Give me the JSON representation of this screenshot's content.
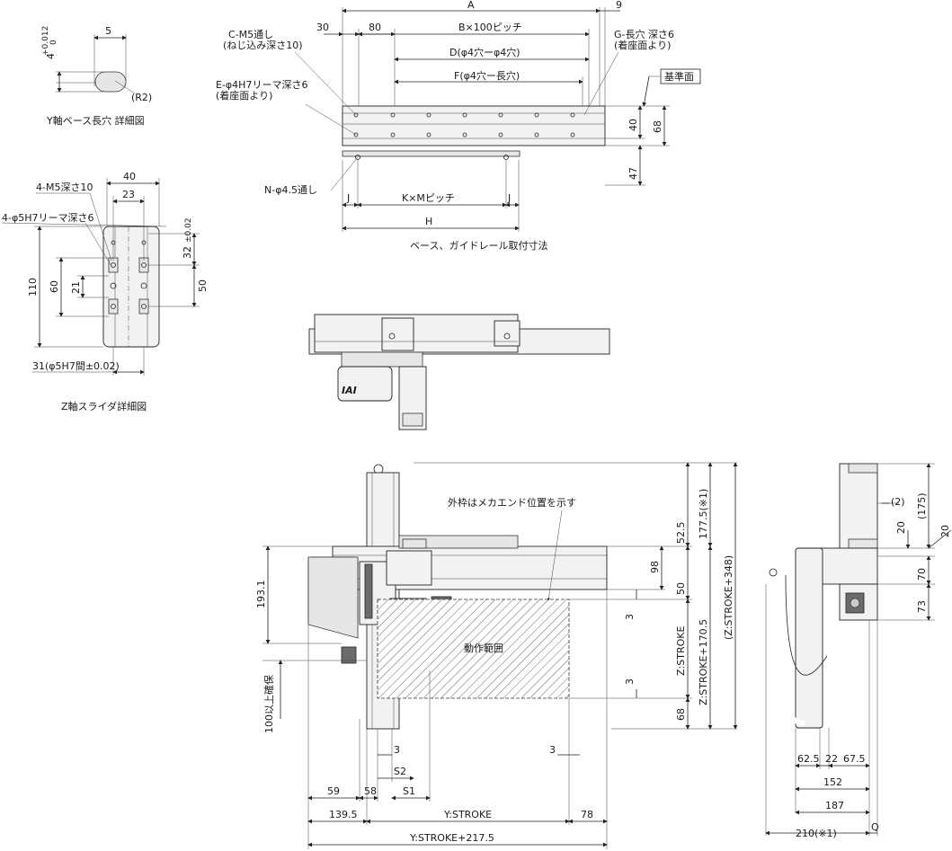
{
  "y_slot_detail": {
    "caption": "Y軸ベース長穴 詳細図",
    "width_label": "5",
    "height_label": "4",
    "tol_upper": "+0.012",
    "tol_lower": "0",
    "radius_label": "(R2)"
  },
  "z_slider_detail": {
    "caption": "Z軸スライダ詳細図",
    "tap_label": "4-M5深さ10",
    "ream_label": "4-φ5H7リーマ深さ6",
    "dims": {
      "w40": "40",
      "w23": "23",
      "h110": "110",
      "h60": "60",
      "h21": "21",
      "h32": "32",
      "h32_tol": "±0.02",
      "h50": "50",
      "bottom": "31(φ5H7間±0.02)"
    }
  },
  "base_view": {
    "caption": "ベース、ガイドレール取付寸法",
    "notes": {
      "c_m5": "C-M5通し",
      "c_m5_depth": "(ねじ込み深さ10)",
      "e_ream": "E-φ4H7リーマ深さ6",
      "e_ream_sub": "(着座面より)",
      "g_slot": "G-長穴 深さ6",
      "g_slot_sub": "(着座面より)",
      "n_hole": "N-φ4.5通し",
      "datum": "基準面"
    },
    "dims": {
      "d30": "30",
      "d80": "80",
      "dA": "A",
      "d9": "9",
      "pitchB": "B×100ピッチ",
      "dD": "D(φ4穴ーφ4穴)",
      "dF": "F(φ4穴ー長穴)",
      "d40": "40",
      "d68": "68",
      "d47": "47",
      "dJ1": "J",
      "dJ2": "J",
      "pitchK": "K×Mピッチ",
      "dH": "H"
    }
  },
  "main_view": {
    "mechaend_note": "外枠はメカエンド位置を示す",
    "operating_range": "動作範囲",
    "clearance_note": "100以上確保",
    "logo": "IAI",
    "dims": {
      "d52_5": "52.5",
      "d98": "98",
      "d50": "50",
      "d3a": "3",
      "d3b": "3",
      "d68": "68",
      "d193_1": "193.1",
      "d177_5": "177.5(※1)",
      "z_stroke": "Z:STROKE",
      "z_stroke_170": "Z:STROKE+170.5",
      "z_stroke_348": "(Z:STROKE+348)",
      "d3c": "3",
      "d3d": "3",
      "s2": "S2",
      "s1": "S1",
      "d59": "59",
      "d58": "58",
      "d139_5": "139.5",
      "y_stroke": "Y:STROKE",
      "d78": "78",
      "y_stroke_217": "Y:STROKE+217.5"
    }
  },
  "side_view": {
    "dims": {
      "d2": "(2)",
      "d20a": "20",
      "d175": "(175)",
      "d20b": "20",
      "d70": "70",
      "d73": "73",
      "d62_5": "62.5",
      "d22": "22",
      "d67_5": "67.5",
      "d152": "152",
      "d187": "187",
      "d210": "210(※1)",
      "dQ": "Q"
    }
  }
}
